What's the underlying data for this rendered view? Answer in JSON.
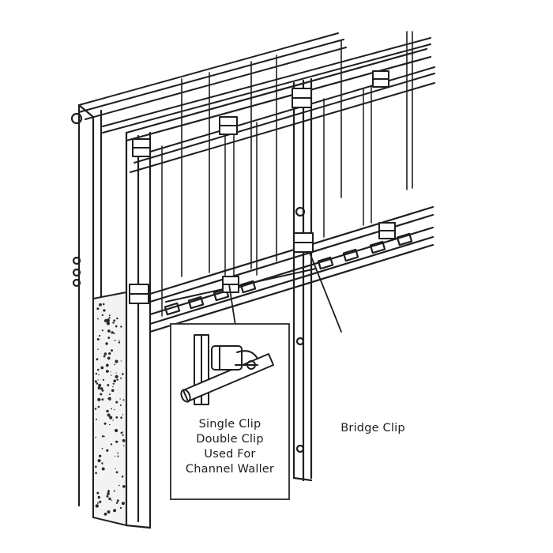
{
  "callouts": {
    "single_double_clip": {
      "lines": [
        "Single Clip",
        "Double Clip",
        "Used For",
        "Channel Waller"
      ]
    },
    "bridge_clip": {
      "lines": [
        "Bridge Clip"
      ]
    }
  }
}
